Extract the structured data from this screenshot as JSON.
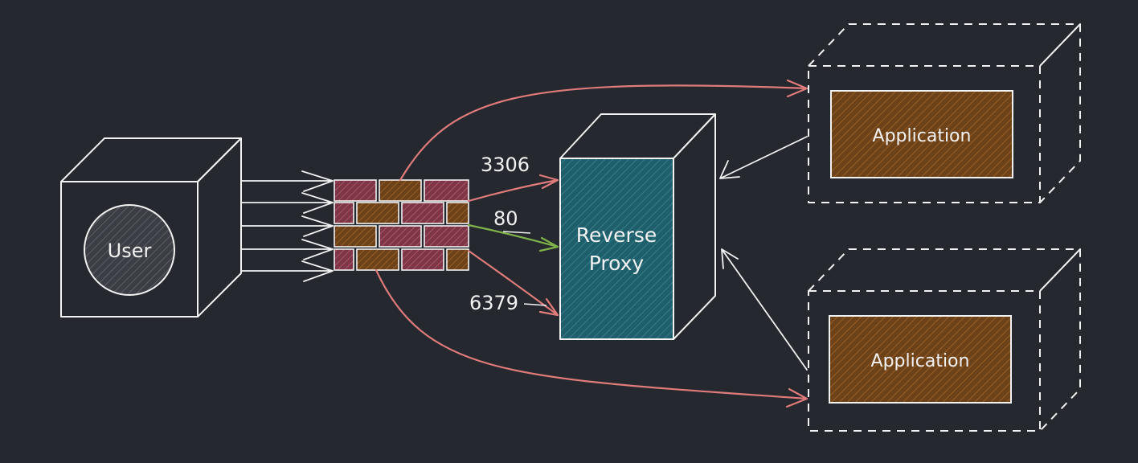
{
  "nodes": {
    "user": "User",
    "proxy_line1": "Reverse",
    "proxy_line2": "Proxy",
    "app_top": "Application",
    "app_bottom": "Application"
  },
  "ports": {
    "p1": "3306",
    "p2": "80",
    "p3": "6379"
  },
  "colors": {
    "background": "#25282e",
    "stroke": "#f2f2f2",
    "arrow_red": "#e07b7b",
    "arrow_green": "#7fb24a",
    "proxy_fill": "#1f5f6b",
    "app_fill": "#7a4a1f",
    "brick_red": "#8a3e4e",
    "brick_brown": "#7a4a1f",
    "user_fill": "#3b3e44"
  }
}
